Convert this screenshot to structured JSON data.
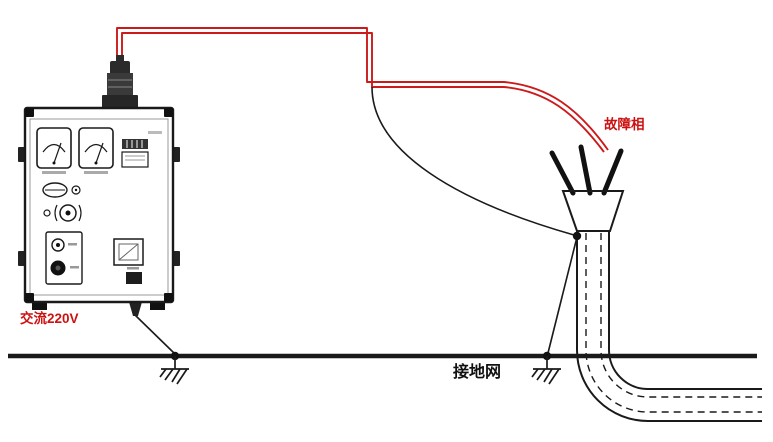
{
  "labels": {
    "power_supply": "交流220V",
    "fault_phase": "故障相",
    "ground_net": "接地网"
  },
  "colors": {
    "wire_red": "#cc1a1a",
    "label_red": "#cc1111",
    "line_black": "#1a1a1a"
  }
}
